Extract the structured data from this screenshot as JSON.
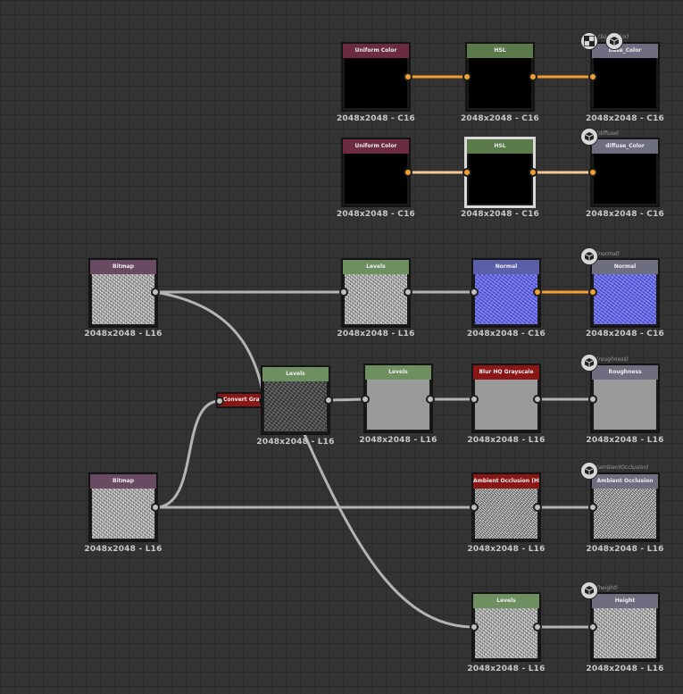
{
  "nodes": {
    "uniform1": {
      "title": "Uniform Color",
      "res": "2048x2048 - C16"
    },
    "hsl1": {
      "title": "HSL",
      "res": "2048x2048 - C16"
    },
    "out_base": {
      "title": "base_Color",
      "res": "2048x2048 - C16",
      "tag": "(baseColor)"
    },
    "uniform2": {
      "title": "Uniform Color",
      "res": "2048x2048 - C16"
    },
    "hsl2": {
      "title": "HSL",
      "res": "2048x2048 - C16"
    },
    "out_diffuse": {
      "title": "diffuse_Color",
      "res": "2048x2048 - C16",
      "tag": "(diffuse)"
    },
    "bitmap1": {
      "title": "Bitmap",
      "res": "2048x2048 - L16"
    },
    "levels1": {
      "title": "Levels",
      "res": "2048x2048 - L16"
    },
    "normal": {
      "title": "Normal",
      "res": "2048x2048 - C16"
    },
    "out_normal": {
      "title": "Normal",
      "res": "2048x2048 - C16",
      "tag": "(normal)"
    },
    "convert": {
      "title": "Convert Grayscale"
    },
    "levels2": {
      "title": "Levels",
      "res": "2048x2048 - L16"
    },
    "levels3": {
      "title": "Levels",
      "res": "2048x2048 - L16"
    },
    "blur": {
      "title": "Blur HQ Grayscale",
      "res": "2048x2048 - L16"
    },
    "out_rough": {
      "title": "Roughness",
      "res": "2048x2048 - L16",
      "tag": "(roughness)"
    },
    "bitmap2": {
      "title": "Bitmap",
      "res": "2048x2048 - L16"
    },
    "ao": {
      "title": "Ambient Occlusion (HBAO)",
      "res": "2048x2048 - L16"
    },
    "out_ao": {
      "title": "Ambient Occlusion",
      "res": "2048x2048 - L16",
      "tag": "(ambientOcclusion)"
    },
    "levels4": {
      "title": "Levels",
      "res": "2048x2048 - L16"
    },
    "out_height": {
      "title": "Height",
      "res": "2048x2048 - L16",
      "tag": "(height)"
    }
  },
  "icons": {
    "output": "cube-icon",
    "checker": "checkerboard-icon"
  },
  "colors": {
    "active_wire": "#f0a030",
    "wire": "#b4b4b4",
    "background": "#333333"
  }
}
